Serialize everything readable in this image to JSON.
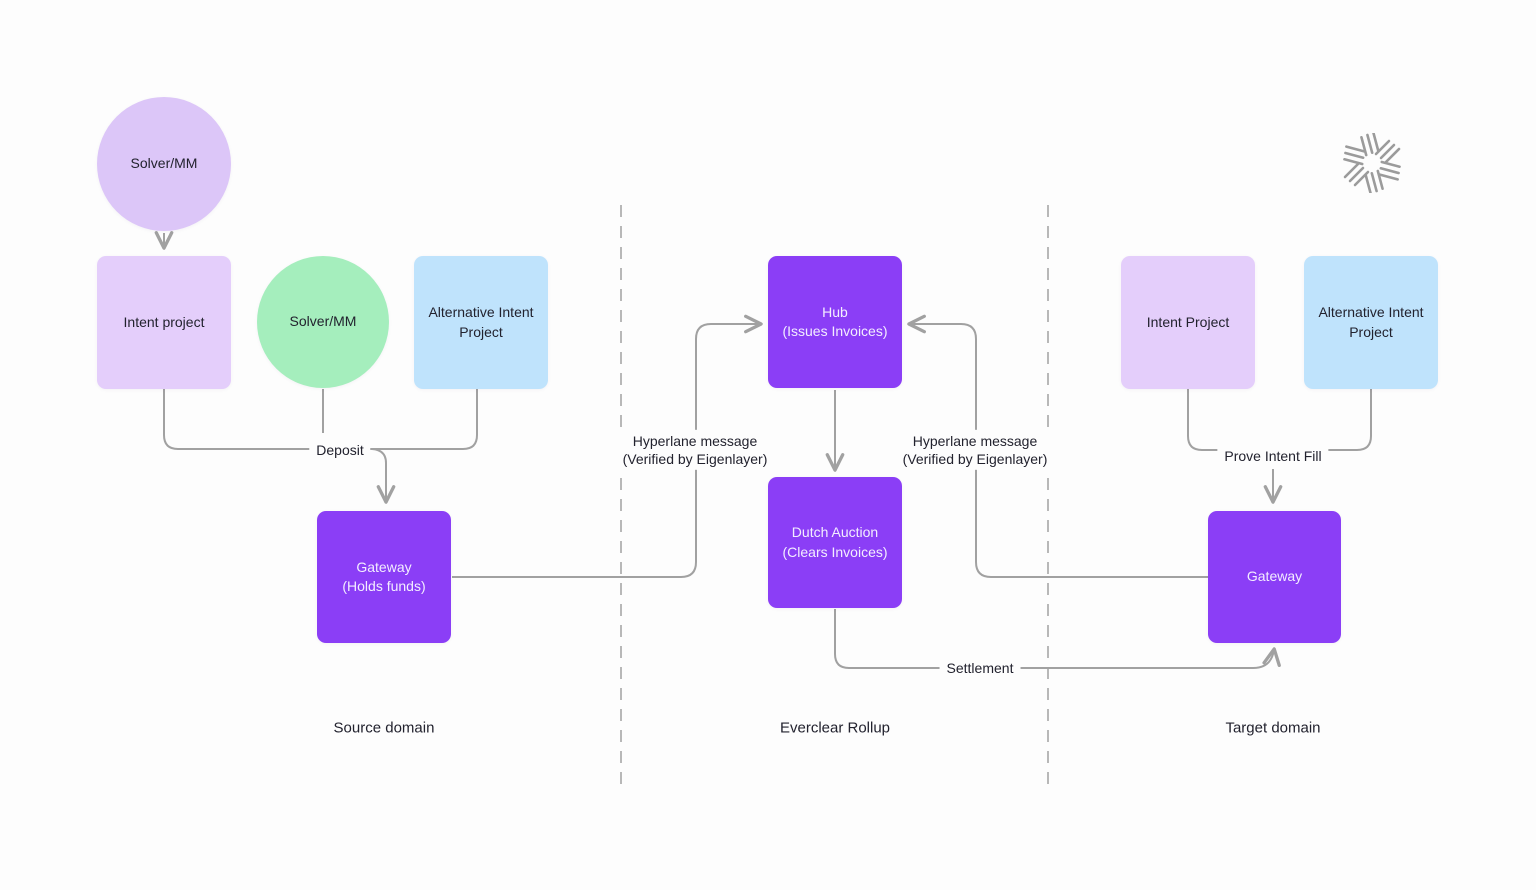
{
  "nodes": {
    "solver_top": {
      "label": "Solver/MM"
    },
    "intent_project_source": {
      "label": "Intent project"
    },
    "solver_source": {
      "label": "Solver/MM"
    },
    "alt_intent_source": {
      "label": "Alternative Intent\nProject"
    },
    "gateway_source": {
      "label": "Gateway\n(Holds funds)"
    },
    "hub": {
      "label": "Hub\n(Issues Invoices)"
    },
    "dutch_auction": {
      "label": "Dutch Auction\n(Clears Invoices)"
    },
    "intent_project_target": {
      "label": "Intent Project"
    },
    "alt_intent_target": {
      "label": "Alternative Intent\nProject"
    },
    "gateway_target": {
      "label": "Gateway"
    }
  },
  "edges": {
    "deposit": "Deposit",
    "hyperlane_left": "Hyperlane message\n(Verified by Eigenlayer)",
    "hyperlane_right": "Hyperlane message\n(Verified by Eigenlayer)",
    "prove_intent_fill": "Prove Intent Fill",
    "settlement": "Settlement"
  },
  "domains": {
    "source": "Source domain",
    "rollup": "Everclear Rollup",
    "target": "Target domain"
  },
  "logo": {
    "name": "everclear-logo"
  },
  "colors": {
    "background": "#fdfdfd",
    "lavender-circle": "#dcc6f8",
    "lavender-box": "#e4cefb",
    "green-circle": "#a5eebd",
    "blue-box": "#bfe3fc",
    "purple-box": "#8b3ef6",
    "purple-box-text": "#f3edff",
    "dark-text": "#22222e",
    "line": "#a1a1a1",
    "dashed-line": "#b8b8b8",
    "logo": "#9b9b9b"
  }
}
